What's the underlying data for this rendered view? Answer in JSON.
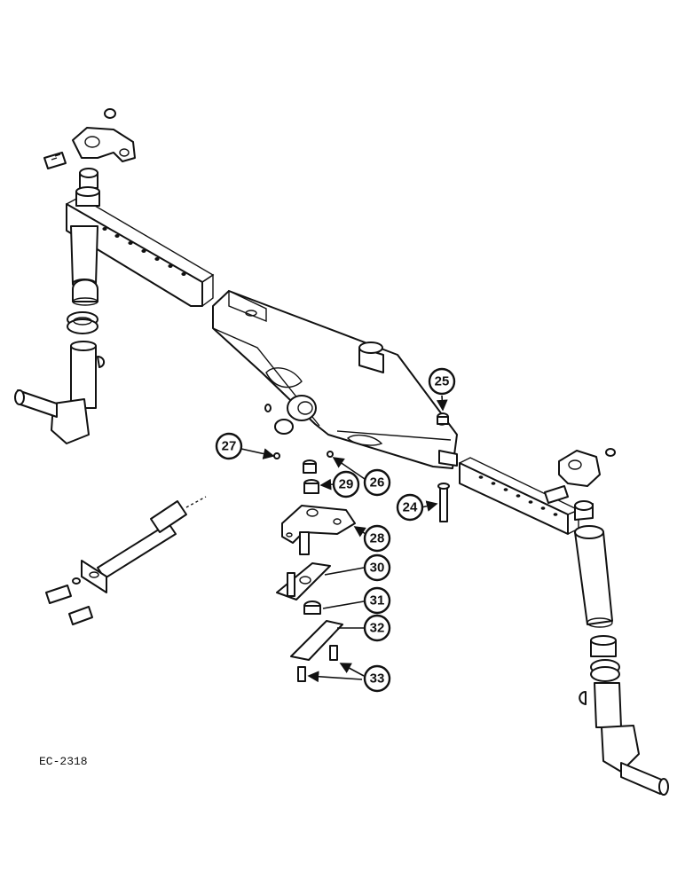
{
  "figure_code": "EC-2318",
  "callouts": [
    {
      "label": "24"
    },
    {
      "label": "25"
    },
    {
      "label": "26"
    },
    {
      "label": "27"
    },
    {
      "label": "28"
    },
    {
      "label": "29"
    },
    {
      "label": "30"
    },
    {
      "label": "31"
    },
    {
      "label": "32"
    },
    {
      "label": "33"
    }
  ]
}
